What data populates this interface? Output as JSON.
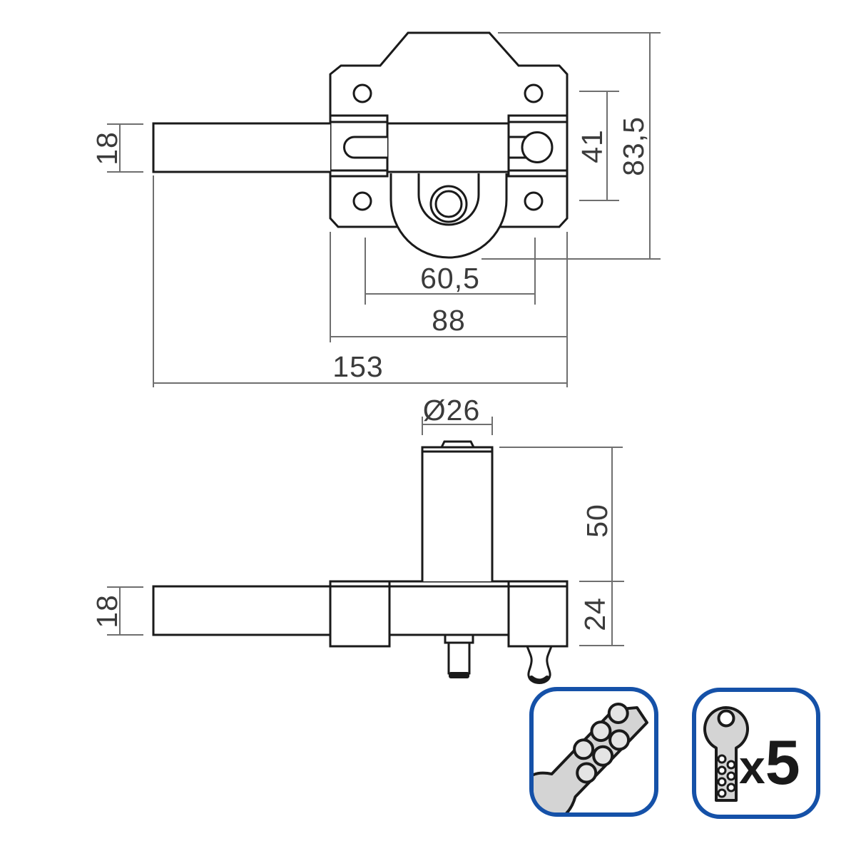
{
  "drawing": {
    "title": "lock-technical-dimension-drawing",
    "units_note": "",
    "colors": {
      "part_line": "#1a1a1a",
      "dimension_line": "#6f6f6f",
      "dimension_text": "#3b3b3b",
      "badge_border": "#1551a8",
      "key_fill": "#d4d4d4"
    },
    "front_view": {
      "dimensions": {
        "bolt_height": "18",
        "hole_spacing_vertical": "41",
        "total_height": "83,5",
        "hole_spacing_horizontal": "60,5",
        "plate_width": "88",
        "total_length": "153"
      }
    },
    "side_view": {
      "dimensions": {
        "cylinder_diameter": "Ø26",
        "cylinder_height": "50",
        "body_depth": "24",
        "bolt_height": "18"
      }
    }
  },
  "badges": {
    "dimple_key_icon": "dimple-key-blade-icon",
    "keys_included_icon": "key-icon",
    "keys_multiplier": {
      "prefix": "x",
      "count": "5"
    }
  }
}
